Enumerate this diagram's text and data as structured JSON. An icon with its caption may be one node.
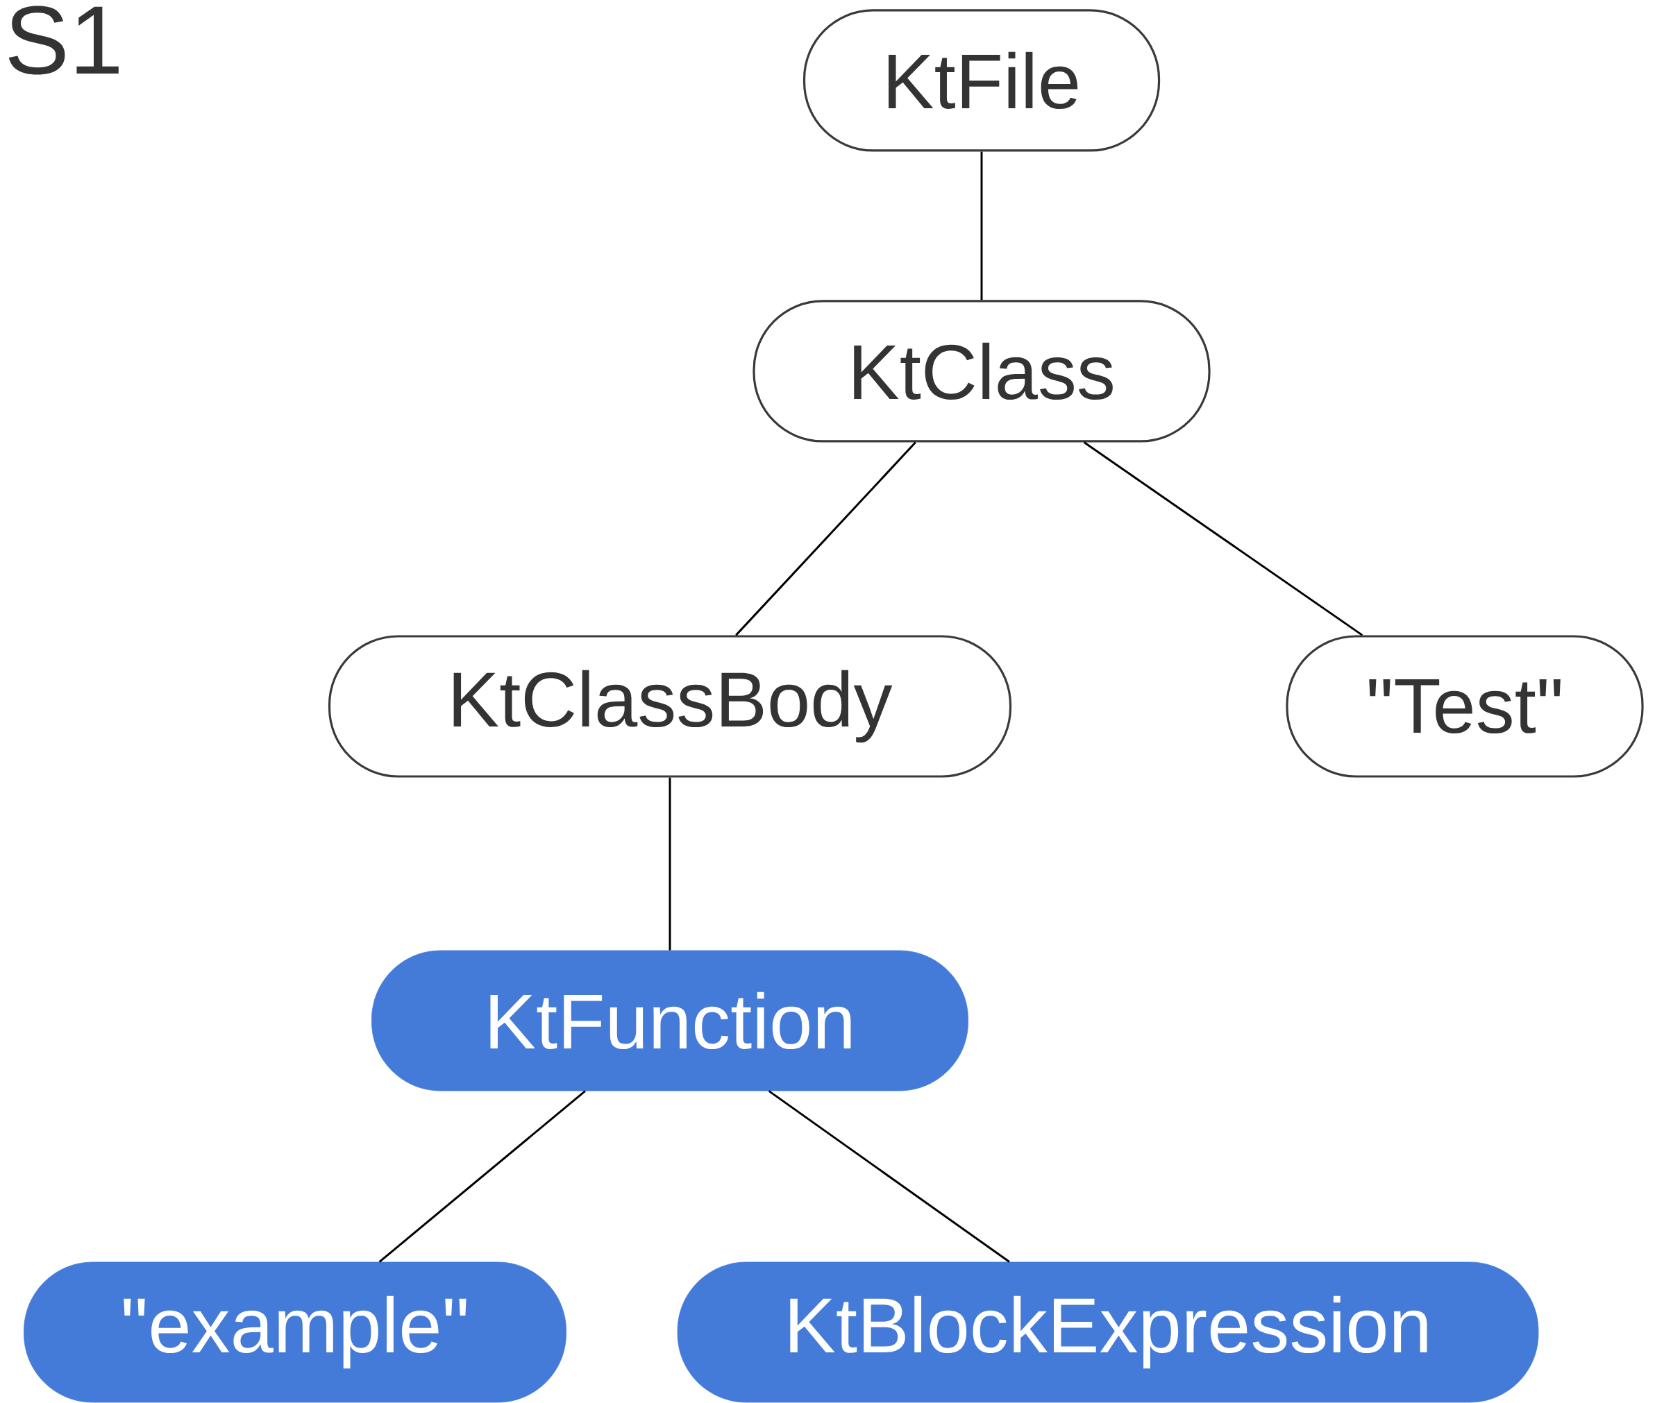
{
  "diagram": {
    "nodes": [
      {
        "text": [
          "KtFile"
        ]
      },
      {
        "text": [
          "KtClass"
        ]
      },
      {
        "text": [
          "KtClassBody"
        ]
      },
      {
        "text": [
          "\"Test\""
        ]
      },
      {
        "text": [
          "KtFunction"
        ]
      },
      {
        "text": [
          "\"example\""
        ]
      },
      {
        "text": [
          "KtBlockExpression"
        ]
      }
    ],
    "edges": [
      {
        "from": 0,
        "to": 1,
        "arrow": "none"
      },
      {
        "from": 1,
        "to": 2,
        "arrow": "none"
      },
      {
        "from": 1,
        "to": 3,
        "arrow": "none"
      },
      {
        "from": 2,
        "to": 4,
        "arrow": "none"
      },
      {
        "from": 4,
        "to": 5,
        "arrow": "none"
      },
      {
        "from": 4,
        "to": 6,
        "arrow": "none"
      }
    ],
    "labels": [
      "S1"
    ]
  }
}
